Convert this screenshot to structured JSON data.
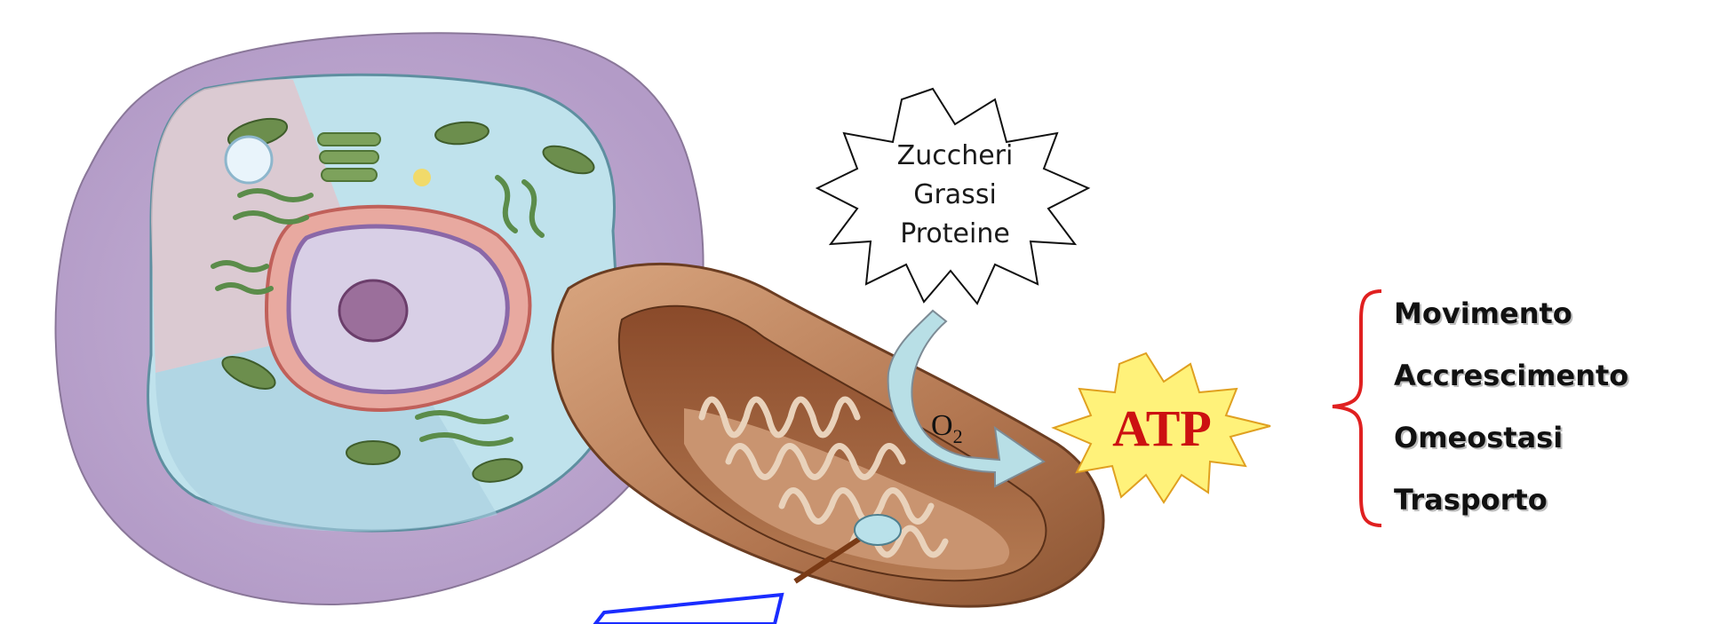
{
  "inputs": {
    "items": [
      "Zuccheri",
      "Grassi",
      "Proteine"
    ]
  },
  "oxygen": {
    "symbol": "O",
    "subscript": "2"
  },
  "product": {
    "label": "ATP"
  },
  "uses": {
    "items": [
      "Movimento",
      "Accrescimento",
      "Omeostasi",
      "Trasporto"
    ]
  },
  "colors": {
    "atp_fill": "#fff27a",
    "atp_text": "#cc1111",
    "brace": "#e02020",
    "arrow_fill": "#b8dfe6",
    "callout_border": "#1a2cff"
  }
}
